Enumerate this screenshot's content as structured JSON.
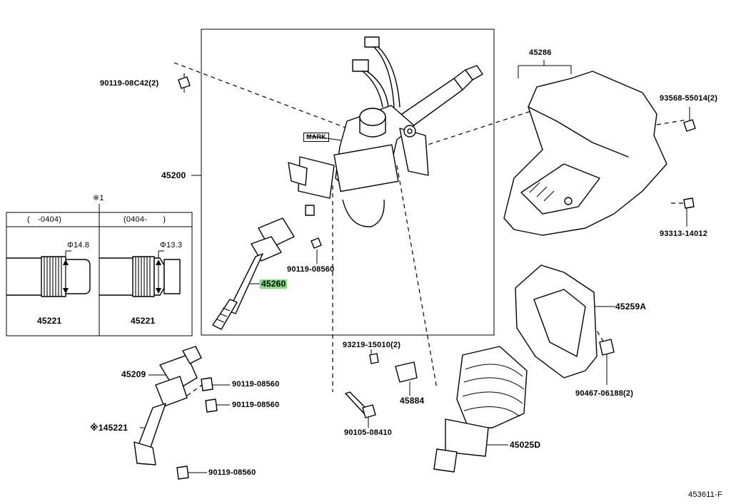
{
  "parts": {
    "p45286": "45286",
    "p93568": "93568-55014(2)",
    "p93313": "93313-14012",
    "p90119_c42": "90119-08C42(2)",
    "p45200": "45200",
    "mark": "MARK",
    "p90119_a": "90119-08560",
    "p45260": "45260",
    "p45259a": "45259A",
    "p93219": "93219-15010(2)",
    "p45884": "45884",
    "p90467": "90467-06188(2)",
    "p45209": "45209",
    "p90119_b": "90119-08560",
    "p90119_c": "90119-08560",
    "p145221": "※145221",
    "p90119_d": "90119-08560",
    "p90105": "90105-08410",
    "p45025d": "45025D",
    "note": "※1",
    "inset_left_header": "(　-0404)",
    "inset_right_header": "(0404-　　)",
    "inset_left_dim": "Φ14.8",
    "inset_right_dim": "Φ13.3",
    "inset_left_part": "45221",
    "inset_right_part": "45221",
    "diagram_code": "453611-F"
  },
  "colors": {
    "highlight": "#7be07b",
    "line": "#000000",
    "background": "#ffffff"
  }
}
